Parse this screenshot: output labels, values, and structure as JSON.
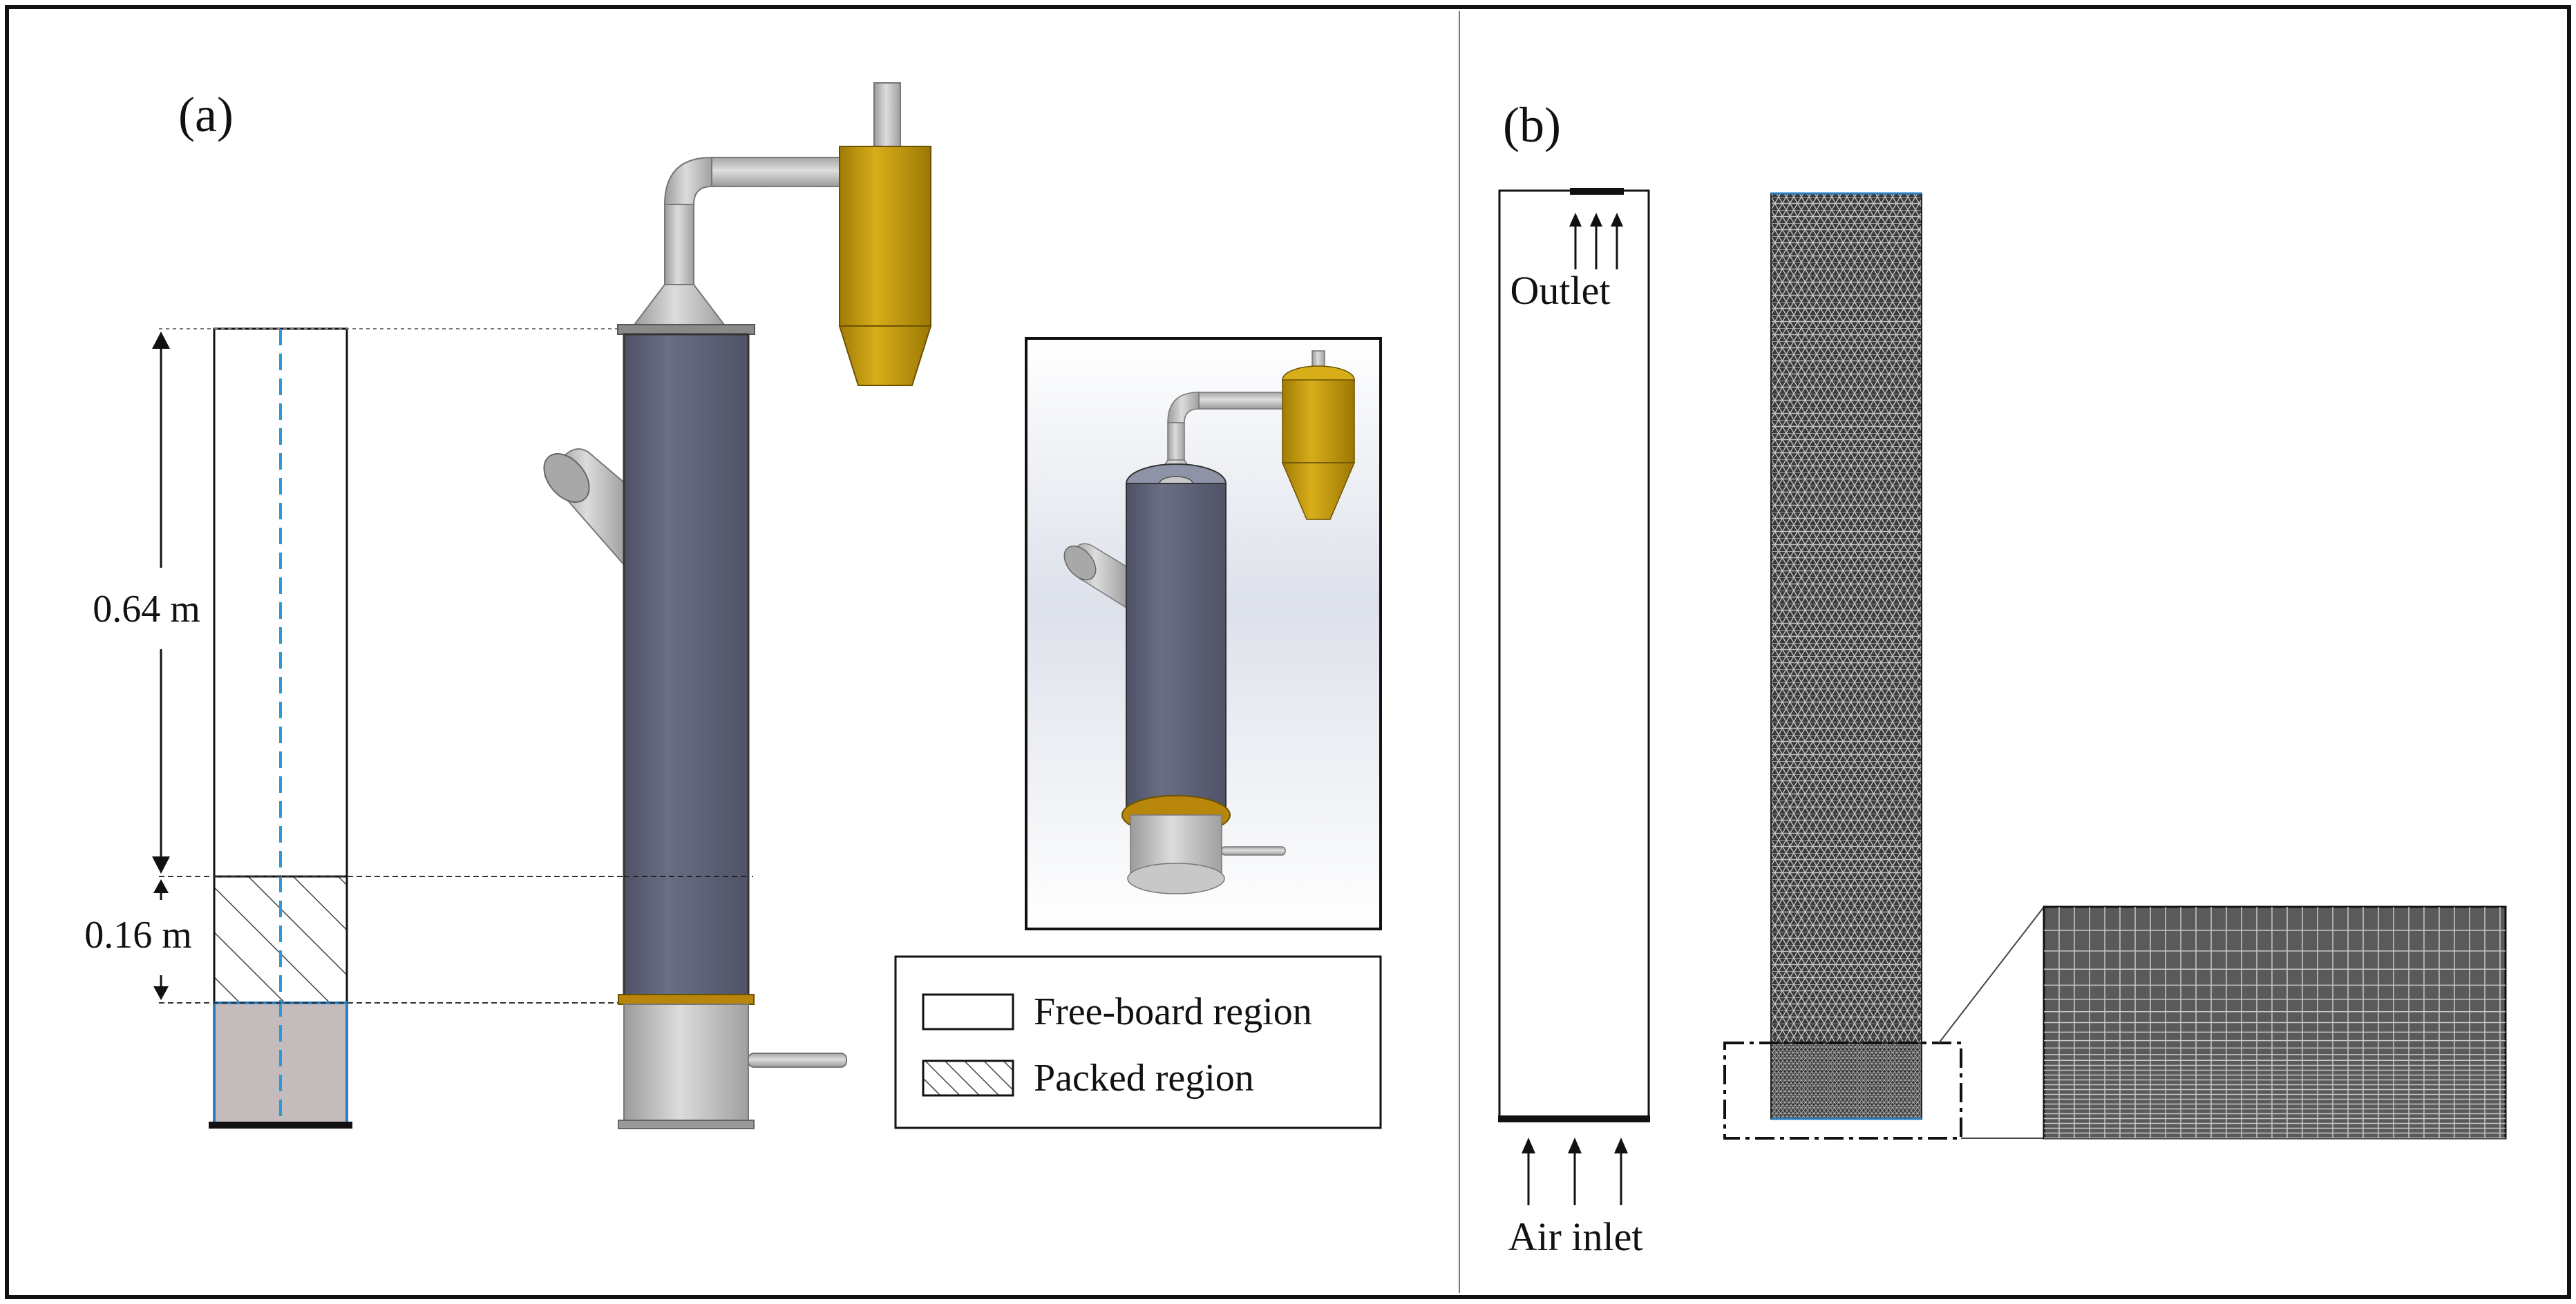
{
  "panel_a": {
    "label": "(a)",
    "dim_freeboard": "0.64 m",
    "dim_packed": "0.16 m",
    "legend": {
      "freeboard": "Free-board region",
      "packed": "Packed region"
    },
    "colors": {
      "column_body": "#5f6276",
      "cyclone": "#c59a08",
      "pipe": "#b3b3b3",
      "gold_flange": "#b8860b",
      "centerline": "#2a9ad8",
      "plenum_fill": "#c4bcbc"
    }
  },
  "panel_b": {
    "label": "(b)",
    "outlet_label": "Outlet",
    "inlet_label": "Air inlet",
    "colors": {
      "mesh_fill": "#3f3f3f",
      "mesh_line": "#bdbdbd",
      "zoom_fill": "#5a5a5a"
    }
  }
}
